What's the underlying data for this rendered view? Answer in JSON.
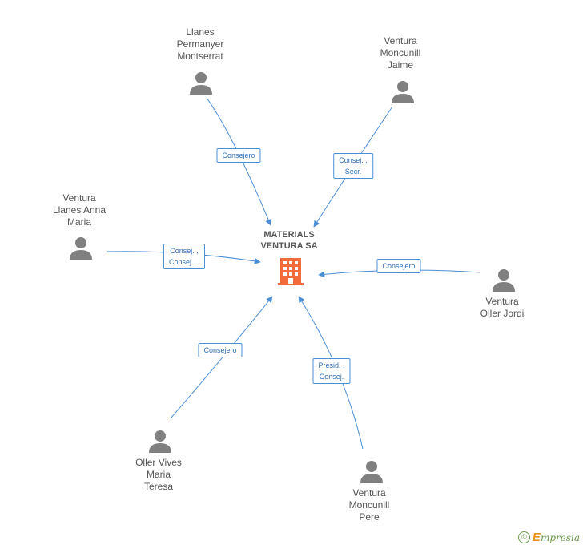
{
  "diagram": {
    "center": {
      "name": "MATERIALS\nVENTURA SA",
      "icon": "building-icon"
    },
    "nodes": [
      {
        "name": "Llanes\nPermanyer\nMontserrat",
        "role": "Consejero"
      },
      {
        "name": "Ventura\nMoncunill\nJaime",
        "role": "Consej. ,\nSecr."
      },
      {
        "name": "Ventura\nLlanes Anna\nMaria",
        "role": "Consej. ,\nConsej...."
      },
      {
        "name": "Ventura\nOller Jordi",
        "role": "Consejero"
      },
      {
        "name": "Oller Vives\nMaria\nTeresa",
        "role": "Consejero"
      },
      {
        "name": "Ventura\nMoncunill\nPere",
        "role": "Presid. ,\nConsej."
      }
    ]
  },
  "colors": {
    "edge": "#4a8fd6",
    "person": "#808080",
    "company": "#f26b3a",
    "brand": "#6a9c4a",
    "brand_accent": "#e8901a"
  },
  "footer": {
    "copyright_symbol": "©",
    "brand_first": "E",
    "brand_rest": "mpresia"
  }
}
